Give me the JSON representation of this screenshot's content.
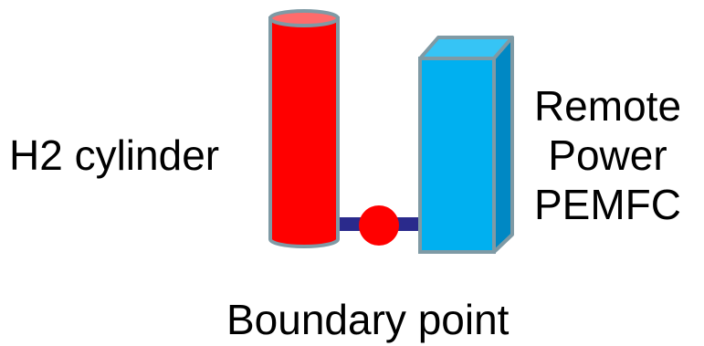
{
  "labels": {
    "cylinder": "H2 cylinder",
    "fuel_cell_lines": [
      "Remote",
      "Power",
      "PEMFC"
    ],
    "boundary": "Boundary point"
  },
  "colors": {
    "cylinder_fill": "#ff0000",
    "cylinder_top": "#ff6b6b",
    "outline": "#7f9aa5",
    "box_front": "#00b0f0",
    "box_top": "#36c4f5",
    "box_side": "#0088c4",
    "pipe": "#2a2a8c",
    "boundary_point": "#ff0000"
  }
}
